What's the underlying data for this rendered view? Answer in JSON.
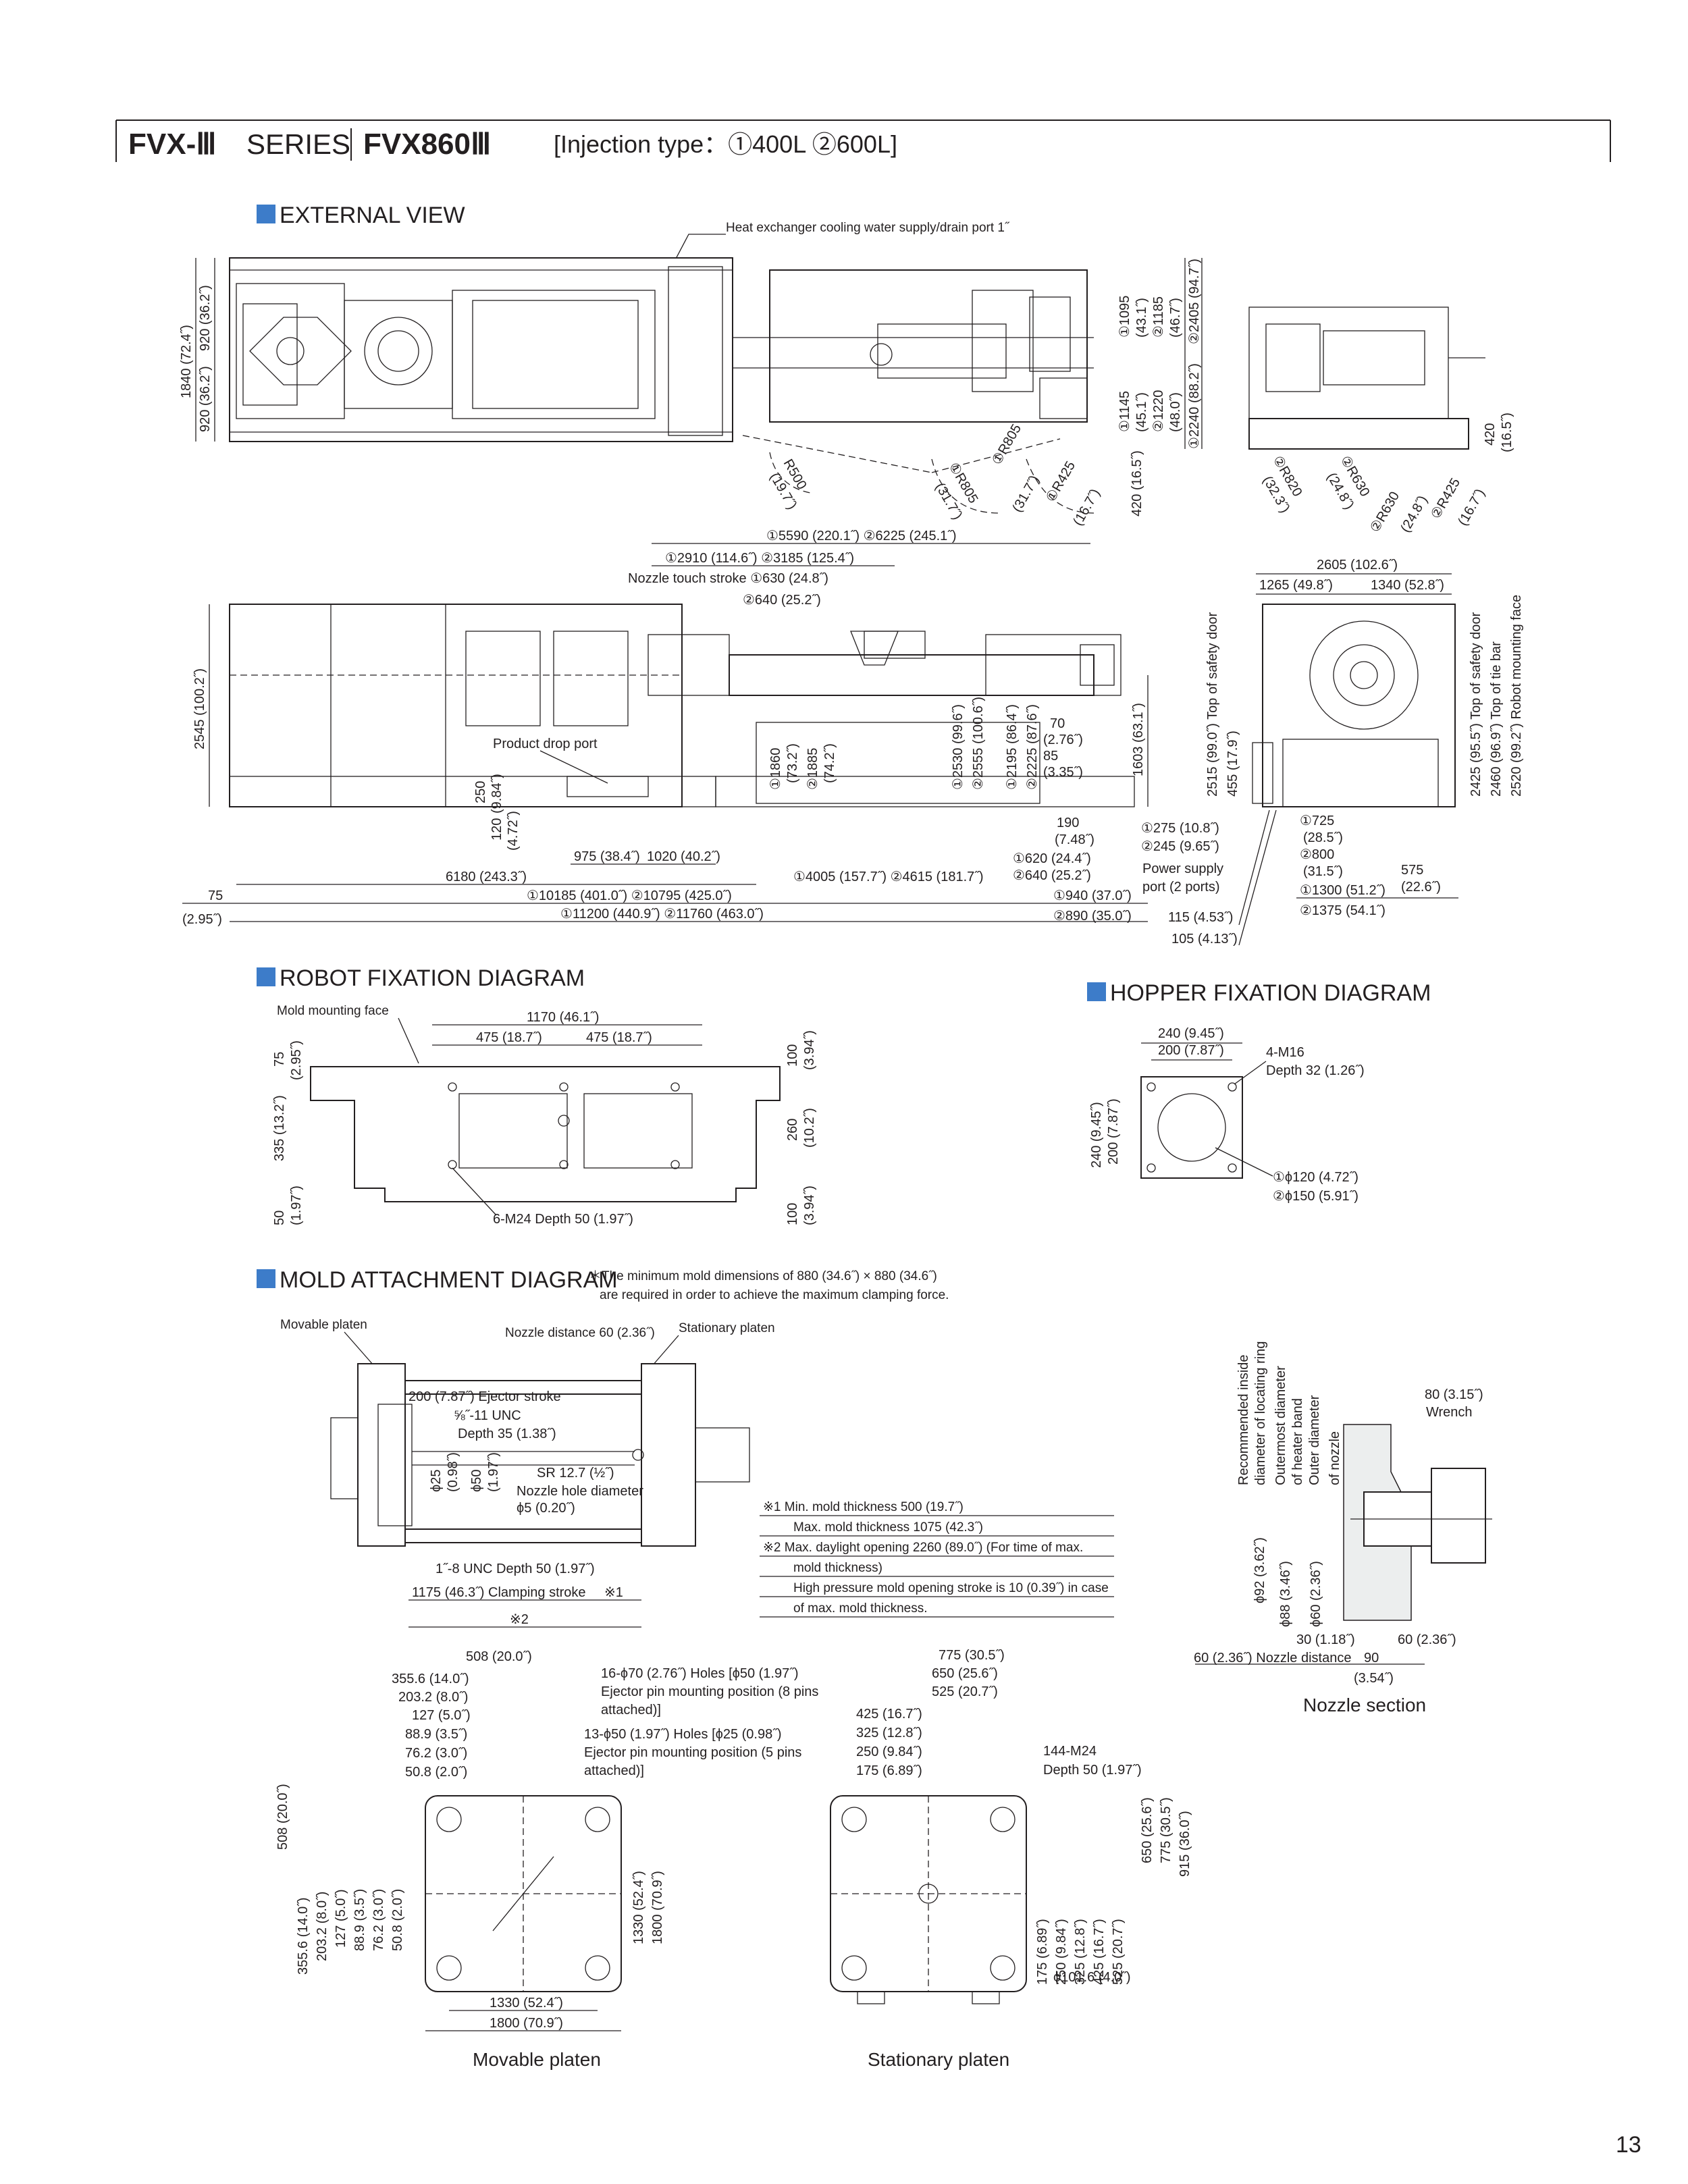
{
  "header": {
    "series_brand": "FVX-Ⅲ",
    "series_word": "SERIES",
    "model": "FVX860Ⅲ",
    "injection_type": "[Injection type：①400L ②600L]"
  },
  "sections": {
    "external_view": "EXTERNAL VIEW",
    "robot_fixation": "ROBOT FIXATION DIAGRAM",
    "hopper_fixation": "HOPPER FIXATION DIAGRAM",
    "mold_attachment": "MOLD ATTACHMENT DIAGRAM"
  },
  "mold_note": {
    "line1": "＊The minimum mold dimensions of 880 (34.6˝) × 880 (34.6˝)",
    "line2": "are required in order to achieve the maximum clamping force."
  },
  "external_view": {
    "heat_exchanger": "Heat exchanger cooling water supply/drain port 1˝",
    "h1840": "1840 (72.4˝)",
    "h920a": "920 (36.2˝)",
    "h920b": "920 (36.2˝)",
    "h1095": "①1095",
    "h1095b": "(43.1˝)",
    "h1185": "②1185",
    "h1185b": "(46.7˝)",
    "h2405": "②2405 (94.7˝)",
    "h1145": "①1145",
    "h1145b": "(45.1˝)",
    "h1220": "②1220",
    "h1220b": "(48.0˝)",
    "h2240": "①2240 (88.2˝)",
    "r500": "R500",
    "r500b": "(19.7˝)",
    "r805a": "①R805",
    "r805ab": "(31.7˝)",
    "r805b": "①R805",
    "r805bb": "(31.7˝)",
    "r425": "①R425",
    "r425b": "(16.7˝)",
    "h420": "420 (16.5˝)",
    "r820": "②R820",
    "r820b": "(32.3˝)",
    "r630a": "②R630",
    "r630ab": "(24.8˝)",
    "r630b": "②R630",
    "r630bb": "(24.8˝)",
    "r425c": "②R425",
    "r425cb": "(16.7˝)",
    "s420": "420",
    "s420b": "(16.5˝)",
    "d5590": "①5590 (220.1˝)  ②6225 (245.1˝)",
    "d2910": "①2910 (114.6˝)  ②3185 (125.4˝)",
    "nozzle_touch": "Nozzle touch stroke ①630 (24.8˝)",
    "nozzle_touch2": "②640 (25.2˝)",
    "h2545": "2545 (100.2˝)",
    "product_drop": "Product drop port",
    "h250": "250",
    "h250b": "(9.84˝)",
    "h120": "120",
    "h120b": "(4.72˝)",
    "h1860": "①1860",
    "h1860b": "(73.2˝)",
    "h1885": "②1885",
    "h1885b": "(74.2˝)",
    "h2530": "①2530 (99.6˝)",
    "h2555": "②2555 (100.6˝)",
    "h2195": "①2195 (86.4˝)",
    "h2225": "②2225 (87.6˝)",
    "d70": "70",
    "d70b": "(2.76˝)",
    "d85": "85",
    "d85b": "(3.35˝)",
    "h1603": "1603 (63.1˝)",
    "d190": "190",
    "d190b": "(7.48˝)",
    "d975": "975 (38.4˝)",
    "d1020": "1020 (40.2˝)",
    "d620": "①620 (24.4˝)",
    "d640": "②640 (25.2˝)",
    "d6180": "6180 (243.3˝)",
    "d4005": "①4005 (157.7˝)  ②4615 (181.7˝)",
    "d75": "75",
    "d75b": "(2.95˝)",
    "d10185": "①10185 (401.0˝)  ②10795 (425.0˝)",
    "d940": "①940 (37.0˝)",
    "d11200": "①11200 (440.9˝)  ②11760 (463.0˝)",
    "d890": "②890 (35.0˝)",
    "d2605": "2605 (102.6˝)",
    "d1265": "1265 (49.8˝)",
    "d1340": "1340 (52.8˝)",
    "h2515": "2515 (99.0˝) Top of safety door",
    "h455": "455 (17.9˝)",
    "h2425": "2425 (95.5˝) Top of safety door",
    "h2460": "2460 (96.9˝) Top of tie bar",
    "h2520": "2520 (99.2˝) Robot mounting face",
    "d275": "①275 (10.8˝)",
    "d245": "②245 (9.65˝)",
    "power1": "Power supply",
    "power2": "port (2 ports)",
    "d115": "115 (4.53˝)",
    "d105": "105 (4.13˝)",
    "d725": "①725",
    "d725b": "(28.5˝)",
    "d800": "②800",
    "d800b": "(31.5˝)",
    "d575": "575",
    "d575b": "(22.6˝)",
    "d1300": "①1300 (51.2˝)",
    "d1375": "②1375 (54.1˝)"
  },
  "robot": {
    "mold_face": "Mold mounting face",
    "d1170": "1170 (46.1˝)",
    "d475a": "475 (18.7˝)",
    "d475b": "475 (18.7˝)",
    "h75": "75",
    "h75b": "(2.95˝)",
    "h335": "335 (13.2˝)",
    "h50": "50",
    "h50b": "(1.97˝)",
    "h100a": "100",
    "h100ab": "(3.94˝)",
    "h260": "260",
    "h260b": "(10.2˝)",
    "h100b": "100",
    "h100bb": "(3.94˝)",
    "holes": "6-M24 Depth 50 (1.97˝)"
  },
  "hopper": {
    "d240": "240 (9.45˝)",
    "d200": "200 (7.87˝)",
    "m16": "4-M16",
    "depth": "Depth 32 (1.26˝)",
    "h240": "240 (9.45˝)",
    "h200": "200 (7.87˝)",
    "phi120": "①ϕ120 (4.72˝)",
    "phi150": "②ϕ150 (5.91˝)"
  },
  "mold": {
    "movable": "Movable platen",
    "nozzle_distance": "Nozzle distance 60 (2.36˝)",
    "stationary": "Stationary platen",
    "ejector": "200 (7.87˝) Ejector stroke",
    "unc58": "⅝˝-11 UNC",
    "depth35": "Depth 35 (1.38˝)",
    "phi25": "ϕ25",
    "phi25b": "(0.98˝)",
    "phi50": "ϕ50",
    "phi50b": "(1.97˝)",
    "sr": "SR 12.7 (½˝)",
    "nozzle_hole": "Nozzle hole diameter",
    "phi5": "ϕ5 (0.20˝)",
    "unc18": "1˝-8 UNC Depth 50 (1.97˝)",
    "clamp": "1175 (46.3˝)  Clamping stroke",
    "x1": "※1",
    "x2": "※2",
    "notes": [
      "※1  Min. mold thickness 500 (19.7˝)",
      "Max. mold thickness 1075 (42.3˝)",
      "※2  Max. daylight opening 2260 (89.0˝)  (For time of max.",
      "mold thickness)",
      "High pressure mold opening stroke is 10 (0.39˝) in case",
      "of max. mold thickness."
    ]
  },
  "nozzle_section": {
    "caption": "Nozzle section",
    "v1": "Recommended inside",
    "v2": "diameter of locating ring",
    "v3": "Outermost diameter",
    "v4": "of heater band",
    "v5": "Outer diameter",
    "v6": "of nozzle",
    "wrench1": "80 (3.15˝)",
    "wrench2": "Wrench",
    "phi92": "ϕ92 (3.62˝)",
    "phi88": "ϕ88 (3.46˝)",
    "phi60": "ϕ60 (2.36˝)",
    "d30": "30 (1.18˝)",
    "d60": "60 (2.36˝)",
    "d60nd": "60 (2.36˝) Nozzle distance",
    "d90": "90",
    "d90b": "(3.54˝)"
  },
  "movable_platen": {
    "caption": "Movable platen",
    "d508": "508 (20.0˝)",
    "left_labels": [
      "355.6 (14.0˝)",
      "203.2 (8.0˝)",
      "127 (5.0˝)",
      "88.9 (3.5˝)",
      "76.2 (3.0˝)",
      "50.8 (2.0˝)"
    ],
    "holes1": "16-ϕ70 (2.76˝)  Holes [ϕ50 (1.97˝)",
    "holes1b": "Ejector pin mounting position (8 pins",
    "holes1c": "attached)]",
    "holes2": "13-ϕ50 (1.97˝)  Holes [ϕ25 (0.98˝)",
    "holes2b": "Ejector pin mounting position (5 pins",
    "holes2c": "attached)]",
    "v508": "508 (20.0˝)",
    "bottom_labels": [
      "355.6 (14.0˝)",
      "203.2 (8.0˝)",
      "127 (5.0˝)",
      "88.9 (3.5˝)",
      "76.2 (3.0˝)",
      "50.8 (2.0˝)"
    ],
    "v1330": "1330 (52.4˝)",
    "v1800": "1800 (70.9˝)",
    "h1330": "1330 (52.4˝)",
    "h1800": "1800 (70.9˝)"
  },
  "stationary_platen": {
    "caption": "Stationary platen",
    "top_labels": [
      "775 (30.5˝)",
      "650 (25.6˝)",
      "525 (20.7˝)"
    ],
    "left_labels": [
      "425 (16.7˝)",
      "325 (12.8˝)",
      "250 (9.84˝)",
      "175 (6.89˝)"
    ],
    "m24": "144-M24",
    "m24b": "Depth 50 (1.97˝)",
    "right_labels": [
      "650 (25.6˝)",
      "775 (30.5˝)",
      "915 (36.0˝)"
    ],
    "bottom_labels": [
      "175 (6.89˝)",
      "250 (9.84˝)",
      "325 (12.8˝)",
      "425 (16.7˝)",
      "525 (20.7˝)"
    ],
    "phi101": "ϕ101.6 (4.0˝)"
  },
  "page_number": "13"
}
